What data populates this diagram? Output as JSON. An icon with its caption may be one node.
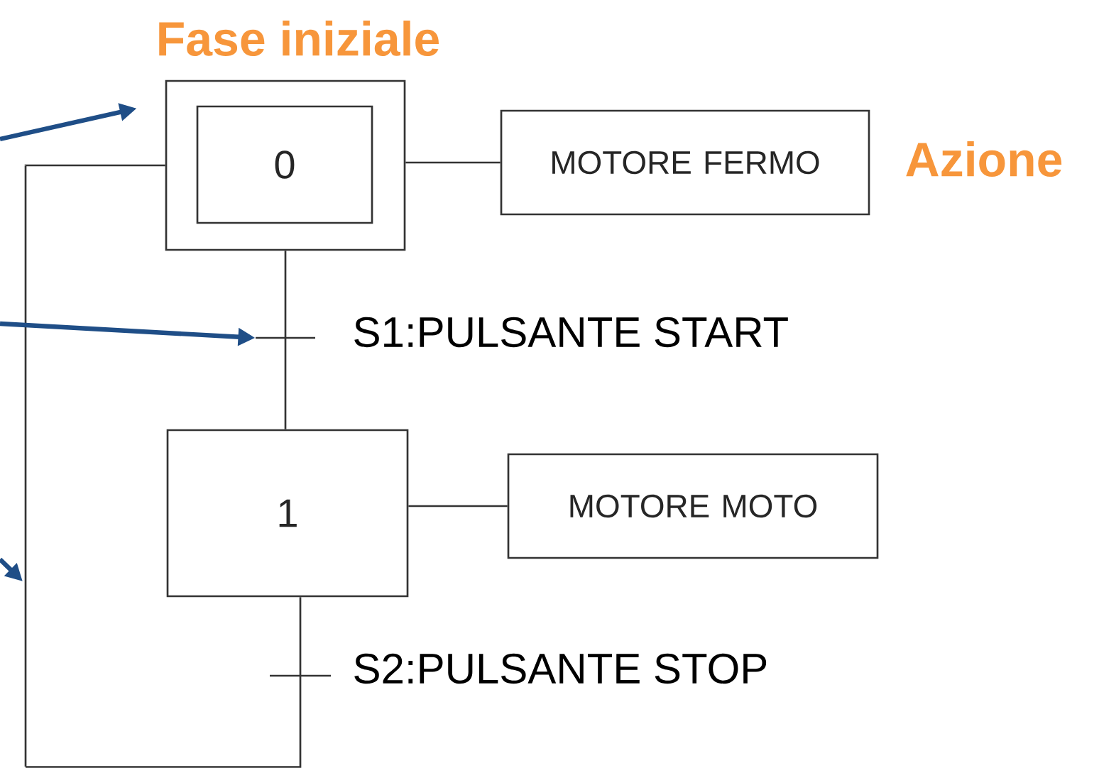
{
  "diagram": {
    "nodes": [
      {
        "text": [],
        "shape": "box",
        "beside": [
          "Fase iniziale"
        ]
      },
      {
        "text": [
          "0"
        ],
        "in": 0
      },
      {
        "text": [
          "MOTORE FERMO"
        ],
        "beside": [
          "Azione"
        ]
      },
      {
        "text": [],
        "shape": "bar",
        "beside": [
          "S1:PULSANTE START"
        ]
      },
      {
        "text": [
          "1"
        ]
      },
      {
        "text": [
          "MOTORE MOTO"
        ]
      },
      {
        "text": [],
        "shape": "bar",
        "beside": [
          "S2:PULSANTE STOP"
        ]
      },
      {
        "text": [],
        "shape": "line"
      }
    ],
    "edges": [
      {
        "from": 0,
        "to": 2,
        "arrow": "none"
      },
      {
        "from": 0,
        "to": 3,
        "arrow": "none"
      },
      {
        "from": 3,
        "to": 4,
        "arrow": "none"
      },
      {
        "from": 4,
        "to": 5,
        "arrow": "none"
      },
      {
        "from": 4,
        "to": 6,
        "arrow": "none"
      },
      {
        "from": 6,
        "to": 7,
        "arrow": "none"
      },
      {
        "from": 7,
        "to": 0,
        "arrow": "none"
      },
      {
        "from": null,
        "to": 0,
        "arrow": "to",
        "style": "thick",
        "color": "#1f4e87"
      },
      {
        "from": null,
        "to": 3,
        "arrow": "to",
        "style": "thick",
        "color": "#1f4e87"
      },
      {
        "from": null,
        "to": 7,
        "arrow": "to",
        "style": "thick",
        "color": "#1f4e87"
      }
    ]
  }
}
